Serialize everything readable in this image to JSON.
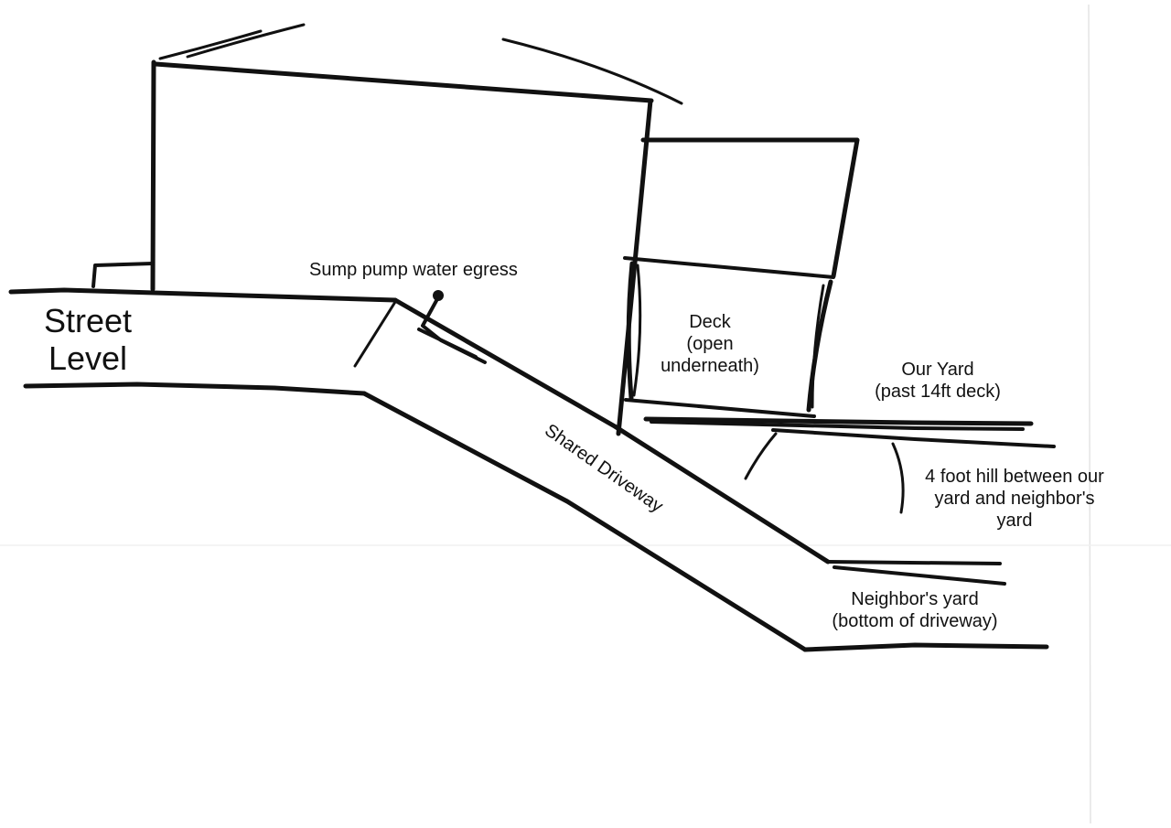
{
  "labels": {
    "street_level": "Street\nLevel",
    "sump_pump": "Sump pump water egress",
    "deck": "Deck\n(open\nunderneath)",
    "our_yard": "Our Yard\n(past 14ft deck)",
    "shared_driveway": "Shared Driveway",
    "hill": "4 foot hill between our\nyard and neighbor's\nyard",
    "neighbors_yard": "Neighbor's yard\n(bottom of driveway)"
  },
  "colors": {
    "ink": "#111111",
    "paper": "#ffffff"
  }
}
